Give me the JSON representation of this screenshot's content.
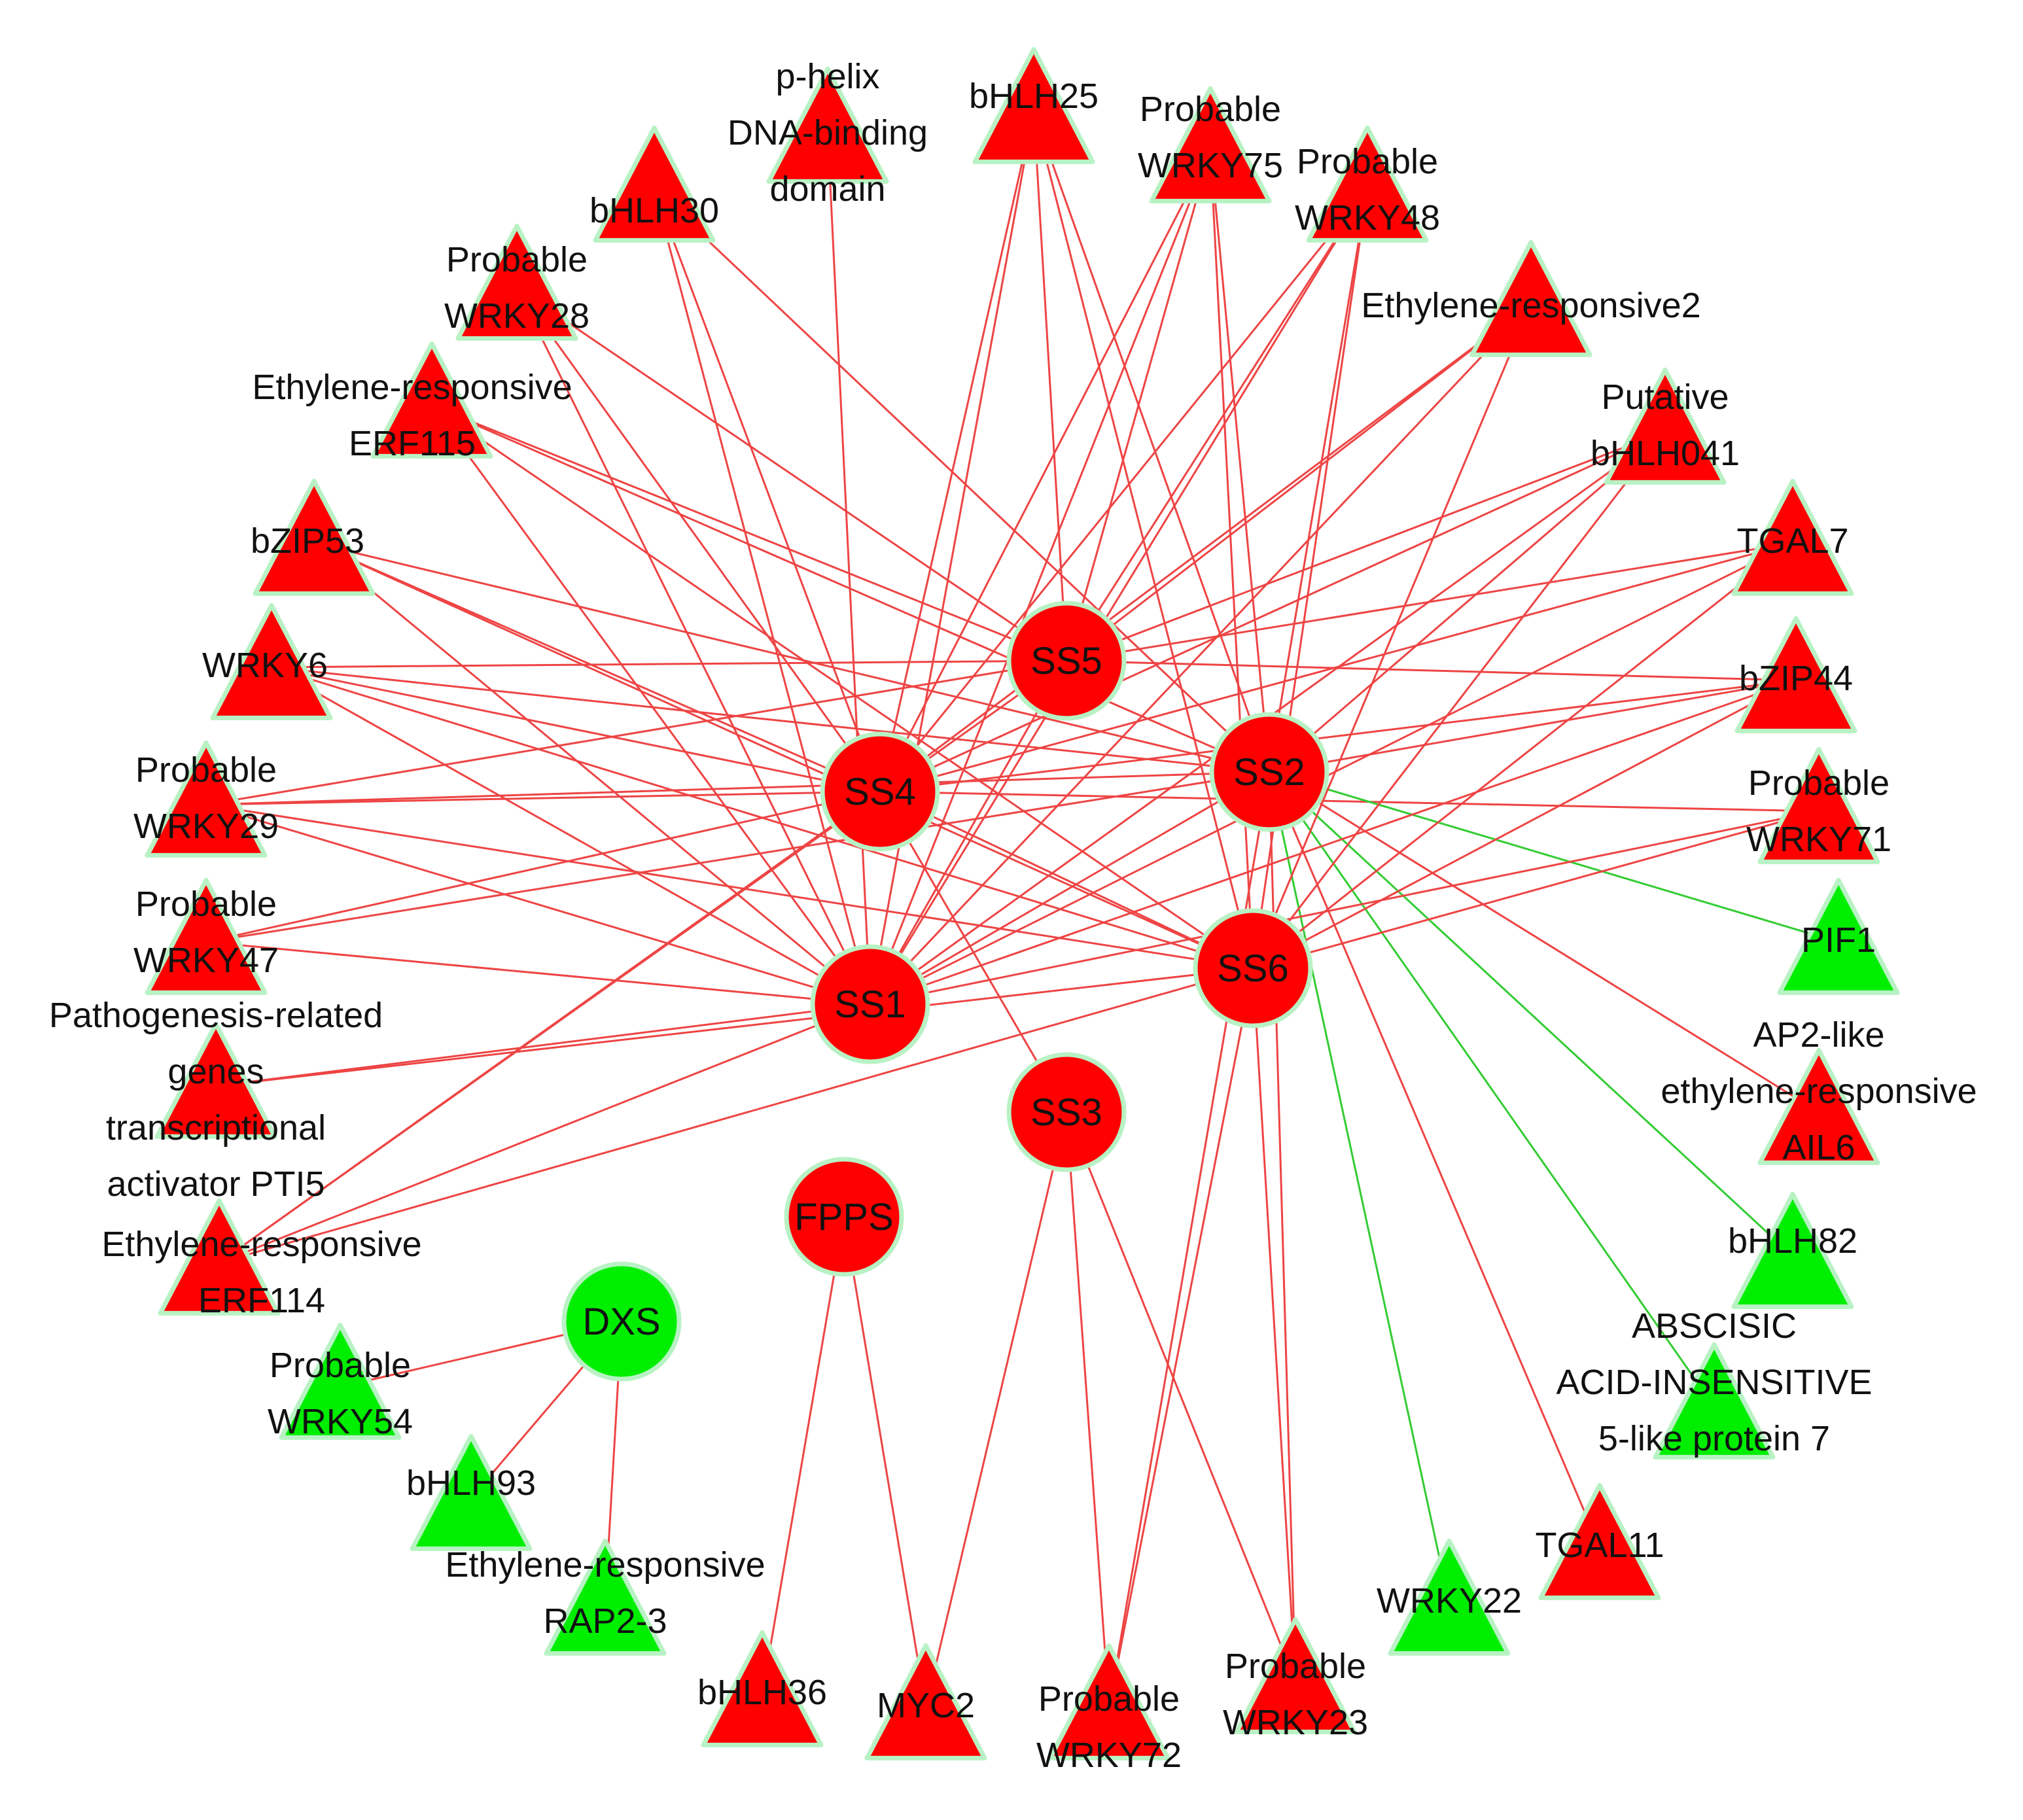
{
  "colors": {
    "up": "#ff0000",
    "down": "#00ee00",
    "node_outline": "#b8f2c4",
    "edge_positive": "#ee4444",
    "edge_negative": "#33cc33",
    "label": "#111111"
  },
  "nodes": [
    {
      "id": "SS5",
      "shape": "circle",
      "color": "up",
      "label": [
        "SS5"
      ]
    },
    {
      "id": "SS4",
      "shape": "circle",
      "color": "up",
      "label": [
        "SS4"
      ]
    },
    {
      "id": "SS2",
      "shape": "circle",
      "color": "up",
      "label": [
        "SS2"
      ]
    },
    {
      "id": "SS1",
      "shape": "circle",
      "color": "up",
      "label": [
        "SS1"
      ]
    },
    {
      "id": "SS6",
      "shape": "circle",
      "color": "up",
      "label": [
        "SS6"
      ]
    },
    {
      "id": "SS3",
      "shape": "circle",
      "color": "up",
      "label": [
        "SS3"
      ]
    },
    {
      "id": "FPPS",
      "shape": "circle",
      "color": "up",
      "label": [
        "FPPS"
      ]
    },
    {
      "id": "DXS",
      "shape": "circle",
      "color": "down",
      "label": [
        "DXS"
      ]
    },
    {
      "id": "phelix",
      "shape": "triangle",
      "color": "up",
      "label": [
        "p-helix",
        "DNA-binding",
        "domain"
      ]
    },
    {
      "id": "bHLH25",
      "shape": "triangle",
      "color": "up",
      "label": [
        "bHLH25"
      ]
    },
    {
      "id": "WRKY75",
      "shape": "triangle",
      "color": "up",
      "label": [
        "Probable",
        "WRKY75"
      ]
    },
    {
      "id": "WRKY48",
      "shape": "triangle",
      "color": "up",
      "label": [
        "Probable",
        "WRKY48"
      ]
    },
    {
      "id": "bHLH30",
      "shape": "triangle",
      "color": "up",
      "label": [
        "bHLH30"
      ]
    },
    {
      "id": "WRKY28",
      "shape": "triangle",
      "color": "up",
      "label": [
        "Probable",
        "WRKY28"
      ]
    },
    {
      "id": "ER2",
      "shape": "triangle",
      "color": "up",
      "label": [
        "Ethylene-responsive2"
      ]
    },
    {
      "id": "ERF115",
      "shape": "triangle",
      "color": "up",
      "label": [
        "Ethylene-responsive",
        "ERF115"
      ]
    },
    {
      "id": "bHLH041",
      "shape": "triangle",
      "color": "up",
      "label": [
        "Putative",
        "bHLH041"
      ]
    },
    {
      "id": "bZIP53",
      "shape": "triangle",
      "color": "up",
      "label": [
        "bZIP53"
      ]
    },
    {
      "id": "TGAL7",
      "shape": "triangle",
      "color": "up",
      "label": [
        "TGAL7"
      ]
    },
    {
      "id": "WRKY6",
      "shape": "triangle",
      "color": "up",
      "label": [
        "WRKY6"
      ]
    },
    {
      "id": "bZIP44",
      "shape": "triangle",
      "color": "up",
      "label": [
        "bZIP44"
      ]
    },
    {
      "id": "WRKY29",
      "shape": "triangle",
      "color": "up",
      "label": [
        "Probable",
        "WRKY29"
      ]
    },
    {
      "id": "WRKY71",
      "shape": "triangle",
      "color": "up",
      "label": [
        "Probable",
        "WRKY71"
      ]
    },
    {
      "id": "WRKY47",
      "shape": "triangle",
      "color": "up",
      "label": [
        "Probable",
        "WRKY47"
      ]
    },
    {
      "id": "PIF1",
      "shape": "triangle",
      "color": "down",
      "label": [
        "PIF1"
      ]
    },
    {
      "id": "PTI5",
      "shape": "triangle",
      "color": "up",
      "label": [
        "Pathogenesis-related",
        "genes",
        "transcriptional",
        "activator PTI5"
      ]
    },
    {
      "id": "AIL6",
      "shape": "triangle",
      "color": "up",
      "label": [
        "AP2-like",
        "ethylene-responsive",
        "AIL6"
      ]
    },
    {
      "id": "ERF114",
      "shape": "triangle",
      "color": "up",
      "label": [
        "Ethylene-responsive",
        "ERF114"
      ]
    },
    {
      "id": "bHLH82",
      "shape": "triangle",
      "color": "down",
      "label": [
        "bHLH82"
      ]
    },
    {
      "id": "WRKY54",
      "shape": "triangle",
      "color": "down",
      "label": [
        "Probable",
        "WRKY54"
      ]
    },
    {
      "id": "ABI5",
      "shape": "triangle",
      "color": "down",
      "label": [
        "ABSCISIC",
        "ACID-INSENSITIVE",
        "5-like protein 7"
      ]
    },
    {
      "id": "bHLH93",
      "shape": "triangle",
      "color": "down",
      "label": [
        "bHLH93"
      ]
    },
    {
      "id": "RAP23",
      "shape": "triangle",
      "color": "down",
      "label": [
        "Ethylene-responsive",
        "RAP2-3"
      ]
    },
    {
      "id": "TGAL11",
      "shape": "triangle",
      "color": "up",
      "label": [
        "TGAL11"
      ]
    },
    {
      "id": "WRKY22",
      "shape": "triangle",
      "color": "down",
      "label": [
        "WRKY22"
      ]
    },
    {
      "id": "bHLH36",
      "shape": "triangle",
      "color": "up",
      "label": [
        "bHLH36"
      ]
    },
    {
      "id": "MYC2",
      "shape": "triangle",
      "color": "up",
      "label": [
        "MYC2"
      ]
    },
    {
      "id": "WRKY72",
      "shape": "triangle",
      "color": "up",
      "label": [
        "Probable",
        "WRKY72"
      ]
    },
    {
      "id": "WRKY23",
      "shape": "triangle",
      "color": "up",
      "label": [
        "Probable",
        "WRKY23"
      ]
    }
  ],
  "edges": [
    [
      "SS5",
      "bHLH25",
      "pos"
    ],
    [
      "SS5",
      "WRKY75",
      "pos"
    ],
    [
      "SS5",
      "WRKY48",
      "pos"
    ],
    [
      "SS5",
      "WRKY28",
      "pos"
    ],
    [
      "SS5",
      "ERF115",
      "pos"
    ],
    [
      "SS5",
      "ER2",
      "pos"
    ],
    [
      "SS5",
      "bHLH041",
      "pos"
    ],
    [
      "SS5",
      "TGAL7",
      "pos"
    ],
    [
      "SS5",
      "bZIP44",
      "pos"
    ],
    [
      "SS5",
      "WRKY6",
      "pos"
    ],
    [
      "SS5",
      "ERF114",
      "pos"
    ],
    [
      "SS5",
      "WRKY29",
      "pos"
    ],
    [
      "SS4",
      "bHLH25",
      "pos"
    ],
    [
      "SS4",
      "WRKY75",
      "pos"
    ],
    [
      "SS4",
      "WRKY48",
      "pos"
    ],
    [
      "SS4",
      "bHLH30",
      "pos"
    ],
    [
      "SS4",
      "WRKY28",
      "pos"
    ],
    [
      "SS4",
      "ER2",
      "pos"
    ],
    [
      "SS4",
      "bHLH041",
      "pos"
    ],
    [
      "SS4",
      "bZIP53",
      "pos"
    ],
    [
      "SS4",
      "TGAL7",
      "pos"
    ],
    [
      "SS4",
      "WRKY6",
      "pos"
    ],
    [
      "SS4",
      "bZIP44",
      "pos"
    ],
    [
      "SS4",
      "WRKY29",
      "pos"
    ],
    [
      "SS4",
      "WRKY71",
      "pos"
    ],
    [
      "SS4",
      "WRKY47",
      "pos"
    ],
    [
      "SS4",
      "ERF114",
      "pos"
    ],
    [
      "SS4",
      "SS3",
      "pos"
    ],
    [
      "SS2",
      "bHLH25",
      "pos"
    ],
    [
      "SS2",
      "WRKY75",
      "pos"
    ],
    [
      "SS2",
      "WRKY48",
      "pos"
    ],
    [
      "SS2",
      "bHLH30",
      "pos"
    ],
    [
      "SS2",
      "ERF115",
      "pos"
    ],
    [
      "SS2",
      "bHLH041",
      "pos"
    ],
    [
      "SS2",
      "bZIP53",
      "pos"
    ],
    [
      "SS2",
      "WRKY6",
      "pos"
    ],
    [
      "SS2",
      "bZIP44",
      "pos"
    ],
    [
      "SS2",
      "WRKY29",
      "pos"
    ],
    [
      "SS2",
      "WRKY47",
      "pos"
    ],
    [
      "SS2",
      "AIL6",
      "pos"
    ],
    [
      "SS2",
      "TGAL11",
      "pos"
    ],
    [
      "SS2",
      "WRKY72",
      "pos"
    ],
    [
      "SS2",
      "WRKY23",
      "pos"
    ],
    [
      "SS2",
      "PIF1",
      "neg"
    ],
    [
      "SS2",
      "bHLH82",
      "neg"
    ],
    [
      "SS2",
      "ABI5",
      "neg"
    ],
    [
      "SS2",
      "WRKY22",
      "neg"
    ],
    [
      "SS1",
      "phelix",
      "pos"
    ],
    [
      "SS1",
      "bHLH25",
      "pos"
    ],
    [
      "SS1",
      "WRKY75",
      "pos"
    ],
    [
      "SS1",
      "WRKY48",
      "pos"
    ],
    [
      "SS1",
      "bHLH30",
      "pos"
    ],
    [
      "SS1",
      "WRKY28",
      "pos"
    ],
    [
      "SS1",
      "ERF115",
      "pos"
    ],
    [
      "SS1",
      "ER2",
      "pos"
    ],
    [
      "SS1",
      "bHLH041",
      "pos"
    ],
    [
      "SS1",
      "bZIP53",
      "pos"
    ],
    [
      "SS1",
      "TGAL7",
      "pos"
    ],
    [
      "SS1",
      "WRKY6",
      "pos"
    ],
    [
      "SS1",
      "bZIP44",
      "pos"
    ],
    [
      "SS1",
      "WRKY29",
      "pos"
    ],
    [
      "SS1",
      "WRKY71",
      "pos"
    ],
    [
      "SS1",
      "WRKY47",
      "pos"
    ],
    [
      "SS1",
      "PTI5",
      "pos"
    ],
    [
      "SS1",
      "ERF114",
      "pos"
    ],
    [
      "SS1",
      "SS5",
      "pos"
    ],
    [
      "SS1",
      "SS2",
      "pos"
    ],
    [
      "SS6",
      "bHLH25",
      "pos"
    ],
    [
      "SS6",
      "WRKY75",
      "pos"
    ],
    [
      "SS6",
      "WRKY48",
      "pos"
    ],
    [
      "SS6",
      "ERF115",
      "pos"
    ],
    [
      "SS6",
      "ER2",
      "pos"
    ],
    [
      "SS6",
      "bHLH041",
      "pos"
    ],
    [
      "SS6",
      "bZIP53",
      "pos"
    ],
    [
      "SS6",
      "TGAL7",
      "pos"
    ],
    [
      "SS6",
      "WRKY6",
      "pos"
    ],
    [
      "SS6",
      "bZIP44",
      "pos"
    ],
    [
      "SS6",
      "WRKY71",
      "pos"
    ],
    [
      "SS6",
      "WRKY29",
      "pos"
    ],
    [
      "SS6",
      "PTI5",
      "pos"
    ],
    [
      "SS6",
      "ERF114",
      "pos"
    ],
    [
      "SS6",
      "WRKY72",
      "pos"
    ],
    [
      "SS6",
      "WRKY23",
      "pos"
    ],
    [
      "SS6",
      "SS4",
      "pos"
    ],
    [
      "SS3",
      "MYC2",
      "pos"
    ],
    [
      "SS3",
      "WRKY72",
      "pos"
    ],
    [
      "SS3",
      "WRKY23",
      "pos"
    ],
    [
      "FPPS",
      "bHLH36",
      "pos"
    ],
    [
      "FPPS",
      "MYC2",
      "pos"
    ],
    [
      "DXS",
      "WRKY54",
      "pos"
    ],
    [
      "DXS",
      "bHLH93",
      "pos"
    ],
    [
      "DXS",
      "RAP23",
      "pos"
    ]
  ]
}
